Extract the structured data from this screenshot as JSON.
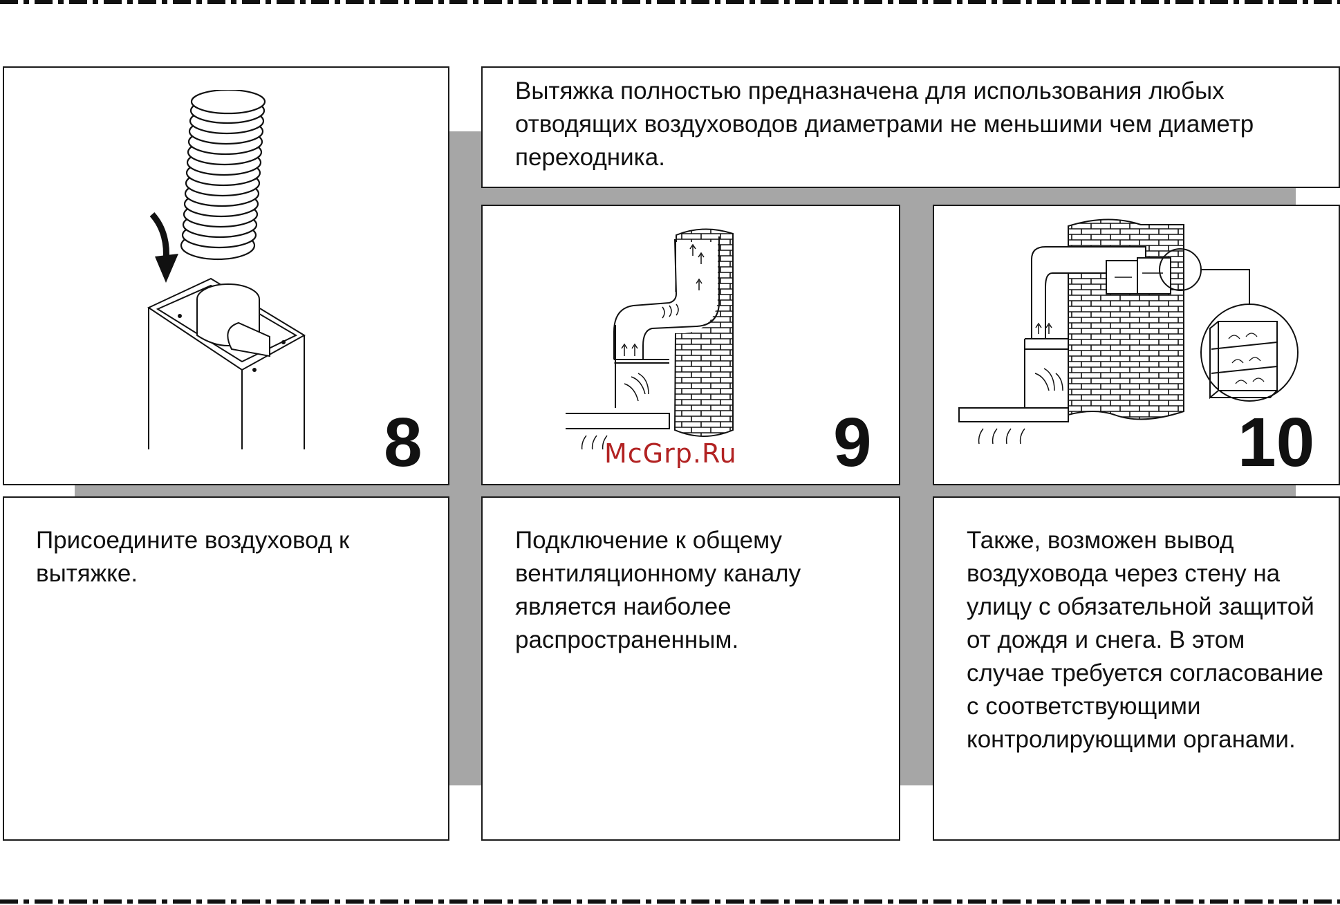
{
  "top_text": "Вытяжка полностью предназначена для использования любых отводящих воздуховодов диаметрами не меньшими чем диаметр переходника.",
  "steps": [
    {
      "number": "8",
      "text": "Присоедините воздуховод к вытяжке."
    },
    {
      "number": "9",
      "text": "Подключение к общему вентиляционному каналу является наиболее распространенным."
    },
    {
      "number": "10",
      "text": "Также, возможен вывод воздуховода через стену на улицу с обязательной защитой от дождя и снега. В этом случае требуется согласование с соответствующими контролирующими органами."
    }
  ],
  "watermark": "McGrp.Ru",
  "colors": {
    "gray_band": "#a6a6a6",
    "watermark": "#b22222",
    "ink": "#111111"
  },
  "icons": [
    "flexible-duct-icon",
    "down-arrow-icon",
    "hood-adapter-icon",
    "brick-chimney-icon",
    "wall-vent-grille-icon"
  ]
}
